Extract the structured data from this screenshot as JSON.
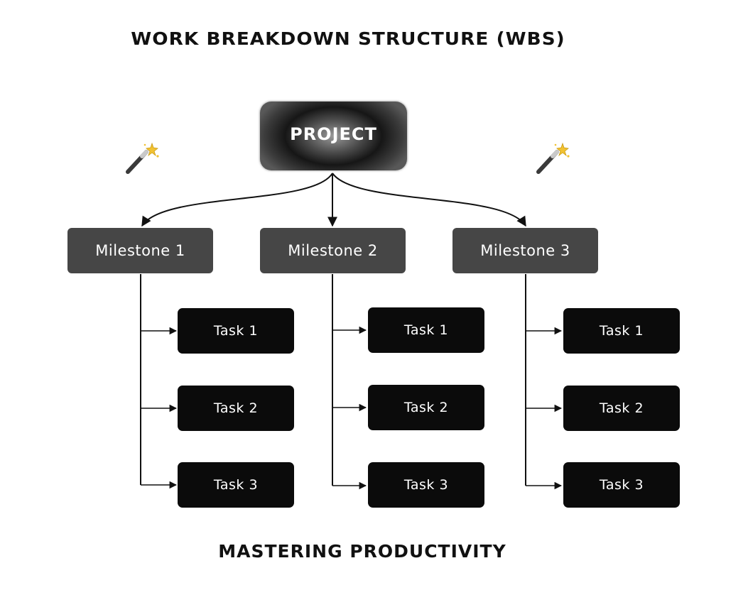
{
  "title": "WORK BREAKDOWN STRUCTURE (WBS)",
  "footer": "MASTERING PRODUCTIVITY",
  "root": {
    "label": "PROJECT"
  },
  "milestones": [
    {
      "label": "Milestone 1",
      "tasks": [
        "Task 1",
        "Task 2",
        "Task 3"
      ]
    },
    {
      "label": "Milestone 2",
      "tasks": [
        "Task 1",
        "Task 2",
        "Task 3"
      ]
    },
    {
      "label": "Milestone 3",
      "tasks": [
        "Task 1",
        "Task 2",
        "Task 3"
      ]
    }
  ],
  "decorations": {
    "left_icon": "magic-wand-icon",
    "right_icon": "magic-wand-icon"
  },
  "colors": {
    "milestone": "#464646",
    "task": "#0b0b0b",
    "connector": "#111111"
  }
}
